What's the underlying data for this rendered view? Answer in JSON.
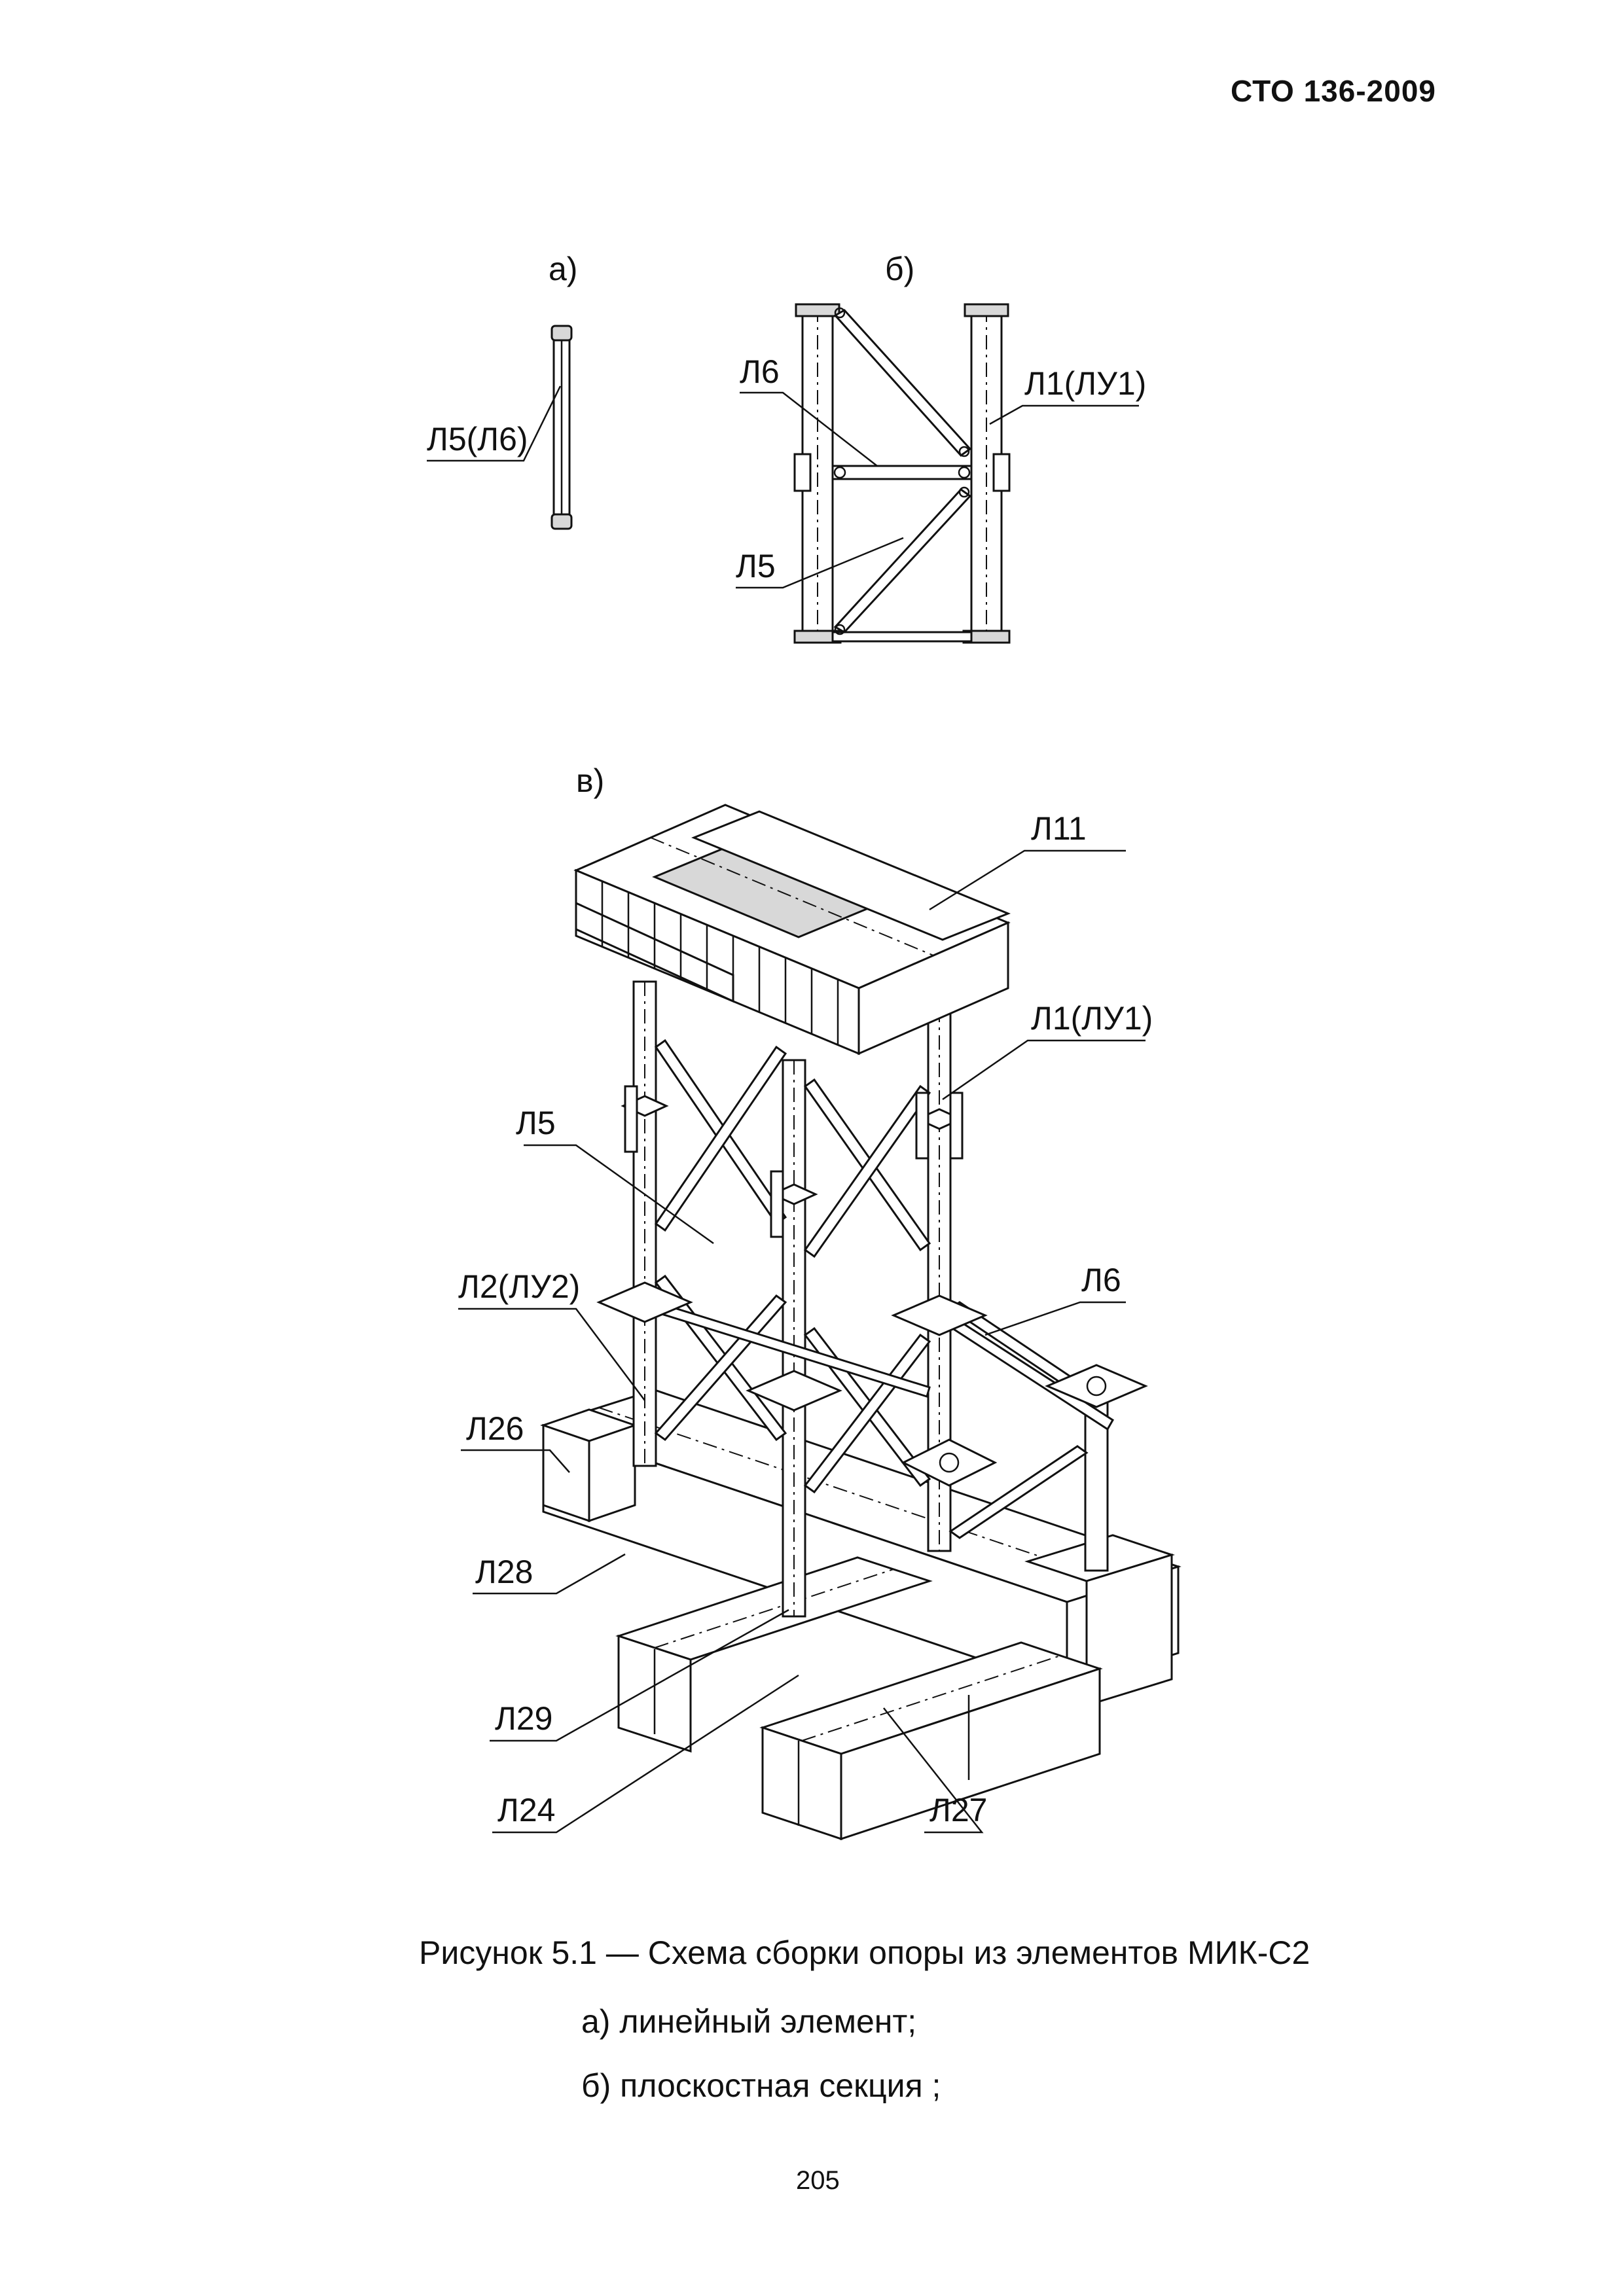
{
  "header": {
    "doc_code": "СТО 136-2009"
  },
  "figure_a": {
    "panel_label": "а)",
    "callouts": [
      "Л5(Л6)"
    ]
  },
  "figure_b": {
    "panel_label": "б)",
    "callouts": [
      "Л6",
      "Л1(ЛУ1)",
      "Л5"
    ]
  },
  "figure_c": {
    "panel_label": "в)",
    "callouts": [
      "Л11",
      "Л1(ЛУ1)",
      "Л5",
      "Л2(ЛУ2)",
      "Л6",
      "Л26",
      "Л28",
      "Л29",
      "Л24",
      "Л27"
    ]
  },
  "caption": {
    "title": "Рисунок 5.1 — Схема сборки опоры из элементов МИК-С2",
    "item_a": "а) линейный элемент;",
    "item_b": "б) плоскостная секция ;"
  },
  "page_number": "205"
}
